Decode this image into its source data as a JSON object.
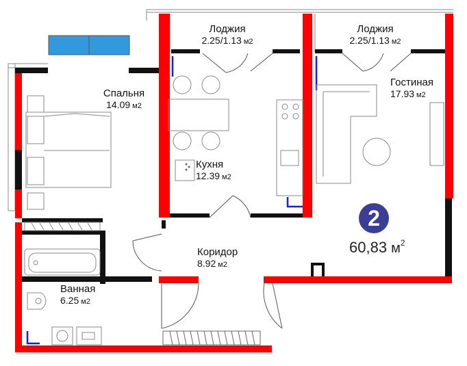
{
  "rooms": {
    "loggia_left": {
      "name": "Лоджия",
      "area": "2.25/1.13",
      "unit": "м2"
    },
    "loggia_right": {
      "name": "Лоджия",
      "area": "2.25/1.13",
      "unit": "м2"
    },
    "bedroom": {
      "name": "Спальня",
      "area": "14.09",
      "unit": "м2"
    },
    "kitchen": {
      "name": "Кухня",
      "area": "12.39",
      "unit": "м2"
    },
    "living": {
      "name": "Гостиная",
      "area": "17.93",
      "unit": "м2"
    },
    "corridor": {
      "name": "Коридор",
      "area": "8.92",
      "unit": "м2"
    },
    "bathroom": {
      "name": "Ванная",
      "area": "6.25",
      "unit": "м2"
    }
  },
  "apartment": {
    "rooms_badge": "2",
    "total_area": "60,83",
    "total_unit": "м",
    "total_unit_power": "2"
  },
  "colors": {
    "wall_load_bearing": "#ff0000",
    "wall_partition": "#111111",
    "badge": "#3a3f95",
    "window_accent": "#3399dd",
    "riser": "#1a1aff"
  }
}
